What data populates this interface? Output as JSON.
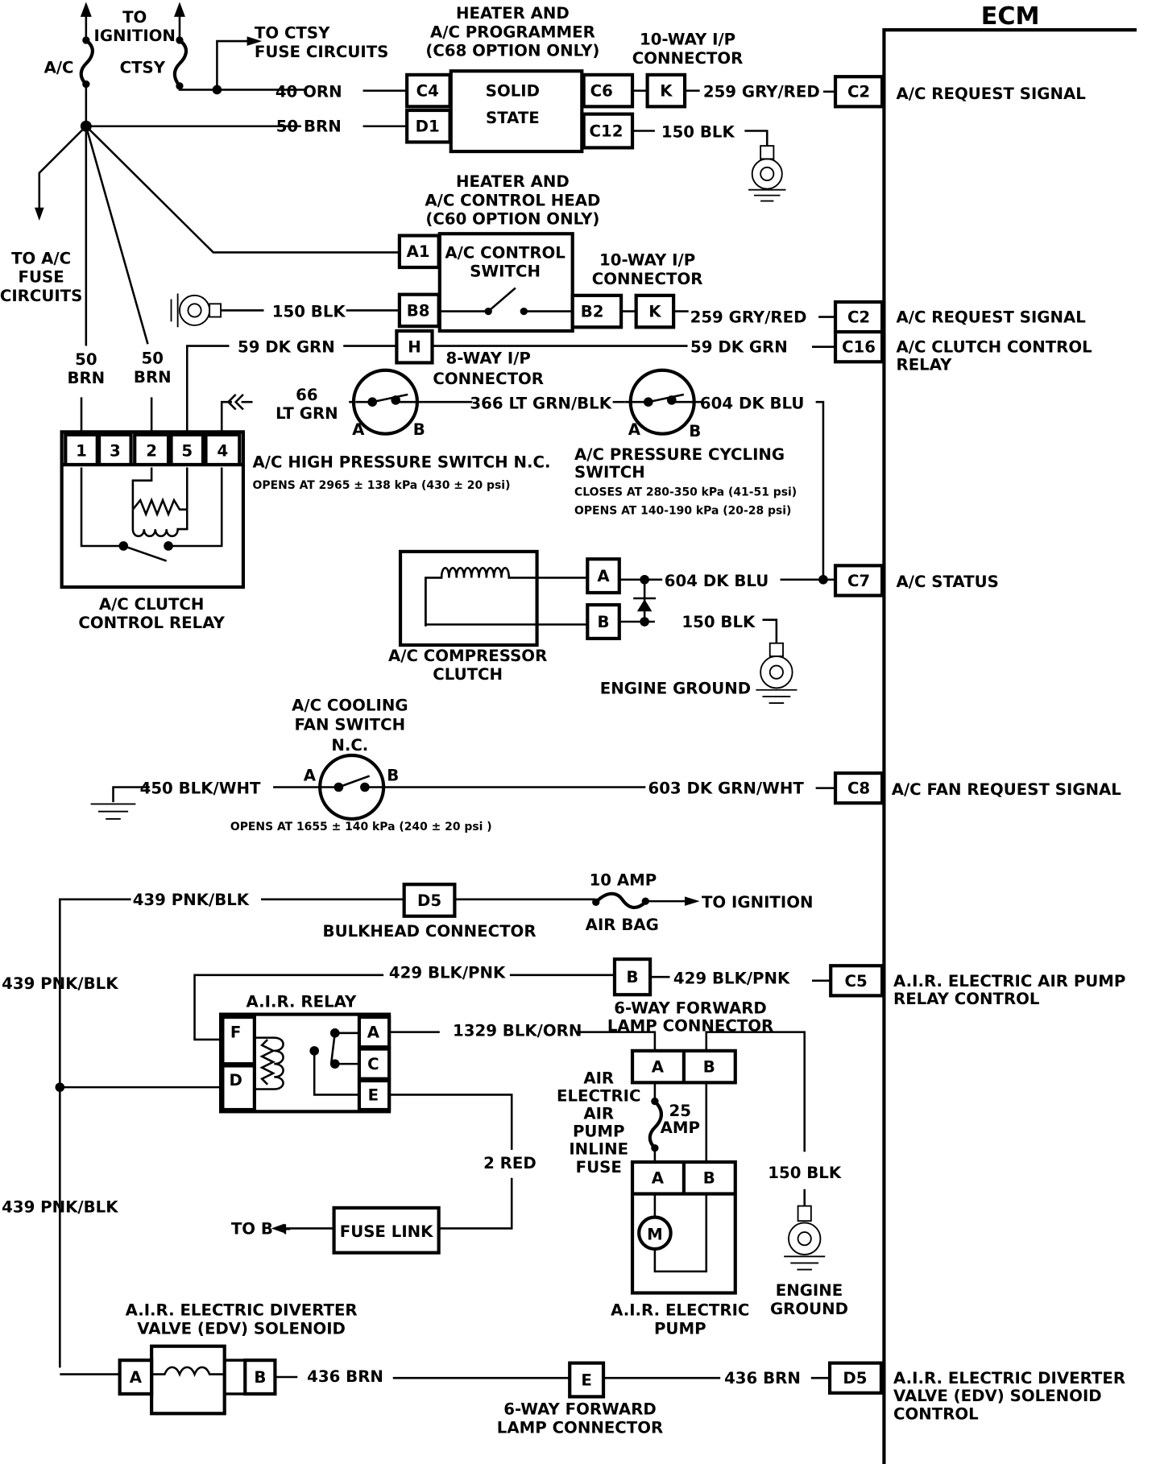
{
  "ecm": {
    "title": "ECM",
    "pins": [
      {
        "pin": "C2",
        "lines": [
          "A/C REQUEST SIGNAL"
        ]
      },
      {
        "pin": "C2",
        "lines": [
          "A/C REQUEST SIGNAL"
        ]
      },
      {
        "pin": "C16",
        "lines": [
          "A/C CLUTCH CONTROL",
          "RELAY"
        ]
      },
      {
        "pin": "C7",
        "lines": [
          "A/C STATUS"
        ]
      },
      {
        "pin": "C8",
        "lines": [
          "A/C FAN REQUEST SIGNAL"
        ]
      },
      {
        "pin": "C5",
        "lines": [
          "A.I.R. ELECTRIC AIR PUMP",
          "RELAY CONTROL"
        ]
      },
      {
        "pin": "D5",
        "lines": [
          "A.I.R. ELECTRIC DIVERTER",
          "VALVE (EDV) SOLENOID",
          "CONTROL"
        ]
      }
    ]
  },
  "fuses": {
    "to_ignition": [
      "TO",
      "IGNITION"
    ],
    "ac_fuse": "A/C",
    "ctsy_fuse": "CTSY",
    "to_ctsy": [
      "TO CTSY",
      "FUSE CIRCUITS"
    ],
    "to_ac_fuse": [
      "TO A/C",
      "FUSE",
      "CIRCUITS"
    ]
  },
  "programmer": {
    "title": [
      "HEATER AND",
      "A/C PROGRAMMER",
      "(C68 OPTION ONLY)"
    ],
    "body": [
      "SOLID",
      "STATE"
    ],
    "pins": [
      "C4",
      "D1",
      "C6",
      "C12"
    ],
    "connector_title": [
      "10-WAY I/P",
      "CONNECTOR"
    ],
    "connector_pin": "K",
    "wires": {
      "w40": "40 ORN",
      "w50": "50 BRN",
      "w259": "259 GRY/RED",
      "w150": "150 BLK"
    }
  },
  "control_head": {
    "title": [
      "HEATER AND",
      "A/C CONTROL HEAD",
      "(C60 OPTION ONLY)"
    ],
    "body": [
      "A/C CONTROL",
      "SWITCH"
    ],
    "pins": [
      "A1",
      "B8",
      "B2"
    ],
    "connector_title": [
      "10-WAY I/P",
      "CONNECTOR"
    ],
    "connector_pin": "K",
    "wires": {
      "w150": "150 BLK",
      "w259": "259 GRY/RED"
    }
  },
  "clutch_relay": {
    "title": [
      "A/C CLUTCH",
      "CONTROL RELAY"
    ],
    "pins": [
      "1",
      "3",
      "2",
      "5",
      "4"
    ],
    "wire_50a": [
      "50",
      "BRN"
    ],
    "wire_50b": [
      "50",
      "BRN"
    ],
    "wire_59": "59 DK GRN",
    "wire_59_right": "59 DK GRN",
    "connector_pin": "H",
    "connector_title": [
      "8-WAY I/P",
      "CONNECTOR"
    ],
    "wire_66": [
      "66",
      "LT GRN"
    ]
  },
  "high_pressure_switch": {
    "title": "A/C HIGH PRESSURE SWITCH N.C.",
    "spec": "OPENS AT 2965 ± 138 kPa (430 ± 20 psi)",
    "terminal_a": "A",
    "terminal_b": "B",
    "wire_out": "366 LT GRN/BLK"
  },
  "cycling_switch": {
    "title": [
      "A/C PRESSURE CYCLING",
      "SWITCH"
    ],
    "spec": [
      "CLOSES AT 280-350 kPa (41-51 psi)",
      "OPENS AT 140-190 kPa (20-28 psi)"
    ],
    "terminal_a": "A",
    "terminal_b": "B",
    "wire_out": "604 DK BLU"
  },
  "compressor_clutch": {
    "title": [
      "A/C COMPRESSOR",
      "CLUTCH"
    ],
    "pins": [
      "A",
      "B"
    ],
    "wire_a": "604 DK BLU",
    "wire_b": "150 BLK",
    "ground_label": "ENGINE GROUND"
  },
  "fan_switch": {
    "title": [
      "A/C COOLING",
      "FAN SWITCH",
      "N.C."
    ],
    "terminal_a": "A",
    "terminal_b": "B",
    "wire_in": "450 BLK/WHT",
    "wire_out": "603 DK GRN/WHT",
    "spec": "OPENS AT 1655 ± 140 kPa (240 ± 20 psi )"
  },
  "air_section": {
    "wire_439_top": "439 PNK/BLK",
    "wire_439_left1": "439 PNK/BLK",
    "wire_439_left2": "439 PNK/BLK",
    "bulkhead_pin": "D5",
    "bulkhead_label": "BULKHEAD CONNECTOR",
    "airbag_fuse_amp": "10 AMP",
    "airbag_fuse_label": "AIR BAG",
    "to_ignition": "TO IGNITION",
    "wire_429_left": "429 BLK/PNK",
    "wire_429_right": "429 BLK/PNK",
    "lamp_conn_pin_b": "B",
    "lamp_conn_title": [
      "6-WAY FORWARD",
      "LAMP CONNECTOR"
    ],
    "relay_title": "A.I.R. RELAY",
    "relay_pins": [
      "F",
      "D",
      "A",
      "C",
      "E"
    ],
    "wire_1329": "1329 BLK/ORN",
    "wire_2red": "2 RED",
    "fuse_link": "FUSE LINK",
    "to_b_plus": "TO B +",
    "lamp_conn_pins": [
      "A",
      "B"
    ],
    "inline_fuse_label": [
      "AIR",
      "ELECTRIC",
      "AIR",
      "PUMP",
      "INLINE",
      "FUSE"
    ],
    "inline_fuse_amp": [
      "25",
      "AMP"
    ],
    "pump_pins": [
      "A",
      "B"
    ],
    "pump_motor": "M",
    "pump_title": [
      "A.I.R. ELECTRIC",
      "PUMP"
    ],
    "wire_150": "150 BLK",
    "ground_label": [
      "ENGINE",
      "GROUND"
    ],
    "edv_title": [
      "A.I.R. ELECTRIC DIVERTER",
      "VALVE (EDV) SOLENOID"
    ],
    "edv_pins": [
      "A",
      "B"
    ],
    "wire_436_left": "436 BRN",
    "wire_436_right": "436 BRN",
    "lamp_conn_pin_e": "E",
    "lamp_conn2_title": [
      "6-WAY FORWARD",
      "LAMP CONNECTOR"
    ]
  }
}
